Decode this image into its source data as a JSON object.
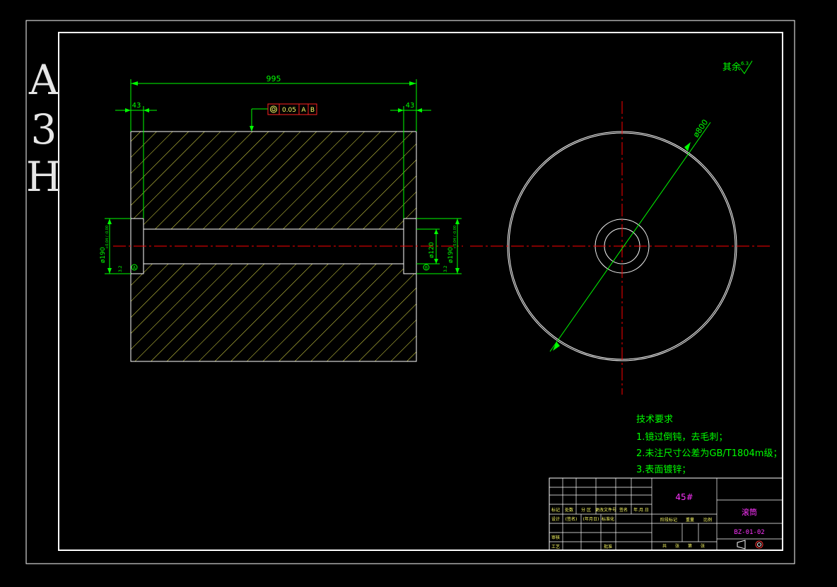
{
  "sheet": {
    "format_label": [
      "A",
      "3",
      "H"
    ],
    "roughness_note": "其余",
    "roughness_value": "6.3"
  },
  "front_view": {
    "overall_length": "995",
    "left_step": "43",
    "right_step": "43",
    "tolerance_frame": {
      "symbol": "◎",
      "value": "0.05",
      "datum_a": "A",
      "datum_b": "B"
    },
    "left_bore_dim": "ø190",
    "left_bore_tol": "+0.04 / -0.00",
    "right_bore_dim": "ø190",
    "right_bore_tol": "+0.04 / -0.00",
    "shaft_dim": "ø120",
    "datum_left": "A",
    "datum_right": "B",
    "small_roughness_left": "3.2",
    "small_roughness_right": "3.2"
  },
  "side_view": {
    "diameter_label": "ø800"
  },
  "tech_requirements": {
    "title": "技术要求",
    "items": [
      "1.镜过倒钝，去毛刺；",
      "2.未注尺寸公差为GB/T1804m级；",
      "3.表面镀锌；"
    ]
  },
  "title_block": {
    "material": "45#",
    "part_name": "滚筒",
    "drawing_no": "BZ-01-02",
    "row_labels": [
      "标记",
      "处数",
      "分 区",
      "更改文件号",
      "签名",
      "年.月.日"
    ],
    "row2": [
      "设计",
      "(签名)",
      "(年月日)",
      "标准化"
    ],
    "stage_label": "阶段标记",
    "weight_label": "重量",
    "scale_label": "比例",
    "check_label": "审核",
    "process_label": "工艺",
    "approve_label": "批准",
    "sheet_labels": [
      "共",
      "张",
      "第",
      "张"
    ]
  },
  "colors": {
    "background": "#000000",
    "frame": "#ffffff",
    "dimension": "#00ff00",
    "centerline": "#ff0000",
    "hatch": "#ffff66",
    "text_green": "#00ff00",
    "text_magenta": "#ff33ff",
    "text_cyan": "#00e5ff"
  }
}
